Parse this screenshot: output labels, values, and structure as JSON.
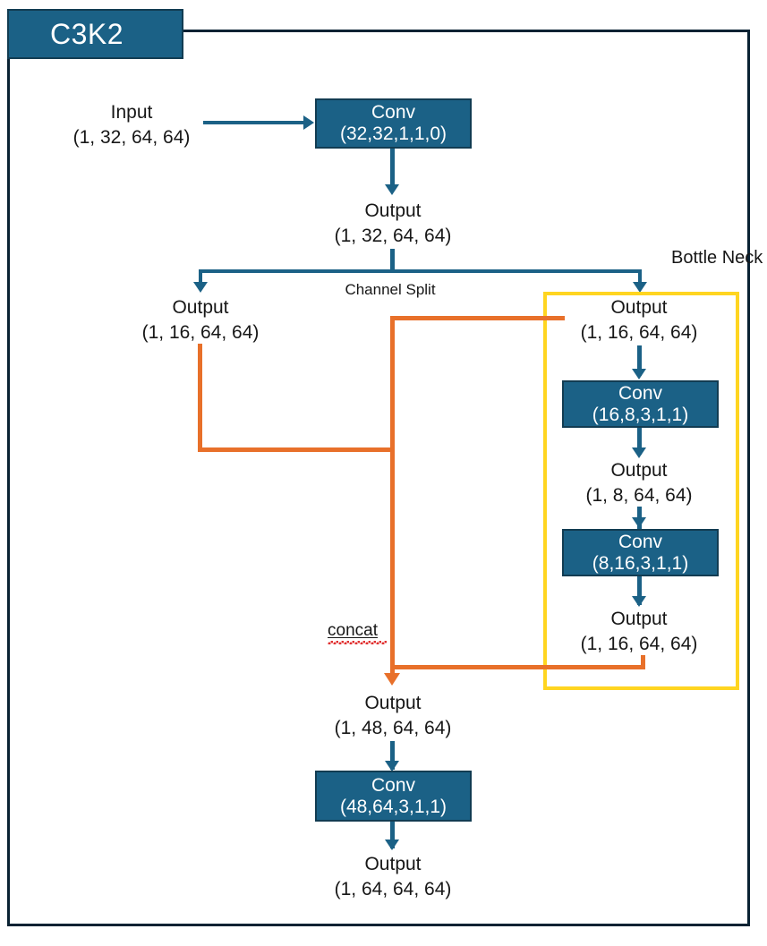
{
  "diagram": {
    "title": "C3K2",
    "colors": {
      "block_fill": "#1b6186",
      "block_border": "#123c52",
      "frame": "#0a2233",
      "blue_arrow": "#1b6186",
      "orange_arrow": "#e8702a",
      "bottleneck_border": "#ffd520",
      "text": "#171717",
      "block_text": "#ffffff",
      "spellcheck_underline": "#e03030"
    },
    "labels": {
      "input_name": "Input",
      "input_shape": "(1, 32, 64, 64)",
      "conv1_name": "Conv",
      "conv1_params": "(32,32,1,1,0)",
      "out1_name": "Output",
      "out1_shape": "(1, 32, 64, 64)",
      "channel_split": "Channel Split",
      "out_left_name": "Output",
      "out_left_shape": "(1, 16, 64, 64)",
      "bottleneck_name_line1": "Bottle",
      "bottleneck_name_line2": "Neck",
      "bn_in_name": "Output",
      "bn_in_shape": "(1, 16, 64, 64)",
      "bn_conv1_name": "Conv",
      "bn_conv1_params": "(16,8,3,1,1)",
      "bn_mid_name": "Output",
      "bn_mid_shape": "(1, 8, 64, 64)",
      "bn_conv2_name": "Conv",
      "bn_conv2_params": "(8,16,3,1,1)",
      "bn_out_name": "Output",
      "bn_out_shape": "(1, 16, 64, 64)",
      "concat": "concat",
      "concat_out_name": "Output",
      "concat_out_shape": "(1, 48, 64, 64)",
      "conv_final_name": "Conv",
      "conv_final_params": "(48,64,3,1,1)",
      "final_out_name": "Output",
      "final_out_shape": "(1, 64, 64, 64)"
    }
  }
}
